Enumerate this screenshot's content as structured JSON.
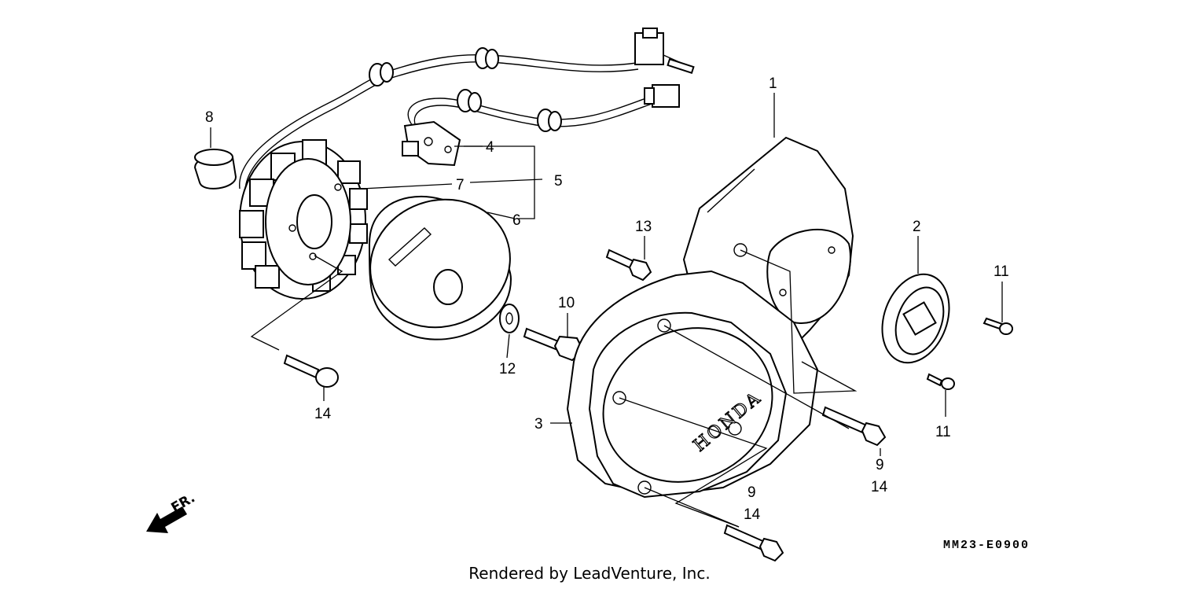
{
  "diagram": {
    "callouts": {
      "c1": "1",
      "c2": "2",
      "c3": "3",
      "c4": "4",
      "c5": "5",
      "c6": "6",
      "c7": "7",
      "c8": "8",
      "c9a": "9",
      "c9b": "9",
      "c10": "10",
      "c11a": "11",
      "c11b": "11",
      "c12": "12",
      "c13": "13",
      "c14a": "14",
      "c14b": "14",
      "c14c": "14"
    },
    "brand_text": "HONDA",
    "direction_label": "FR.",
    "drawing_code": "MM23-E0900"
  },
  "footer": {
    "credit": "Rendered by LeadVenture, Inc."
  }
}
